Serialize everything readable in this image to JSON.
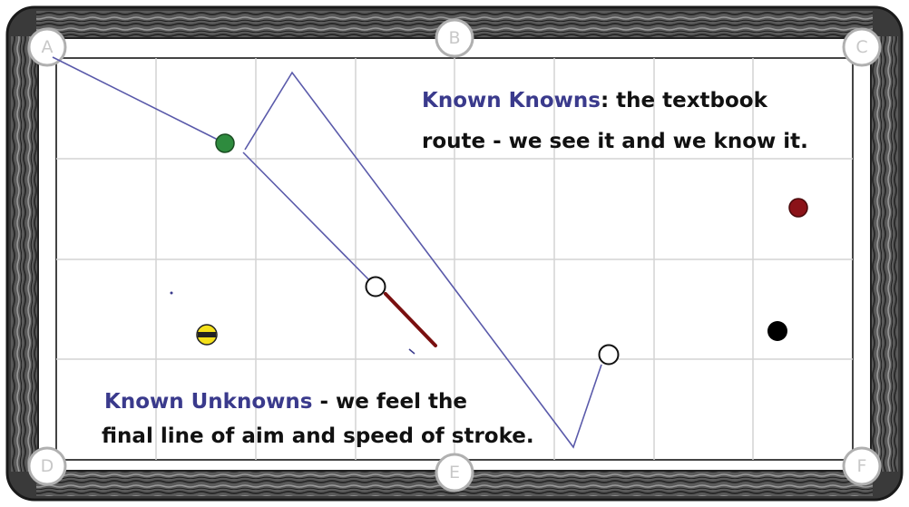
{
  "pockets": {
    "a": "A",
    "b": "B",
    "c": "C",
    "d": "D",
    "e": "E",
    "f": "F"
  },
  "captions": {
    "top": {
      "highlight": "Known Knowns",
      "rest_line1": ": the textbook",
      "line2": "route -  we see it and we know it."
    },
    "bottom": {
      "highlight": "Known Unknowns",
      "rest_line1": " - we feel the",
      "line2": "final line of aim and speed of stroke."
    }
  },
  "colors": {
    "rail_dark": "#3a3a3a",
    "rail_light": "#8a8a8a",
    "felt": "#ffffff",
    "grid": "#d4d4d4",
    "route_line": "#5a5aaa",
    "green_ball": "#2e8b3e",
    "red_ball": "#8b1218",
    "black_ball": "#000000",
    "yellow_ball": "#f4e01a",
    "cue_stick": "#7a1010",
    "highlight_text": "#3a3a8c"
  }
}
